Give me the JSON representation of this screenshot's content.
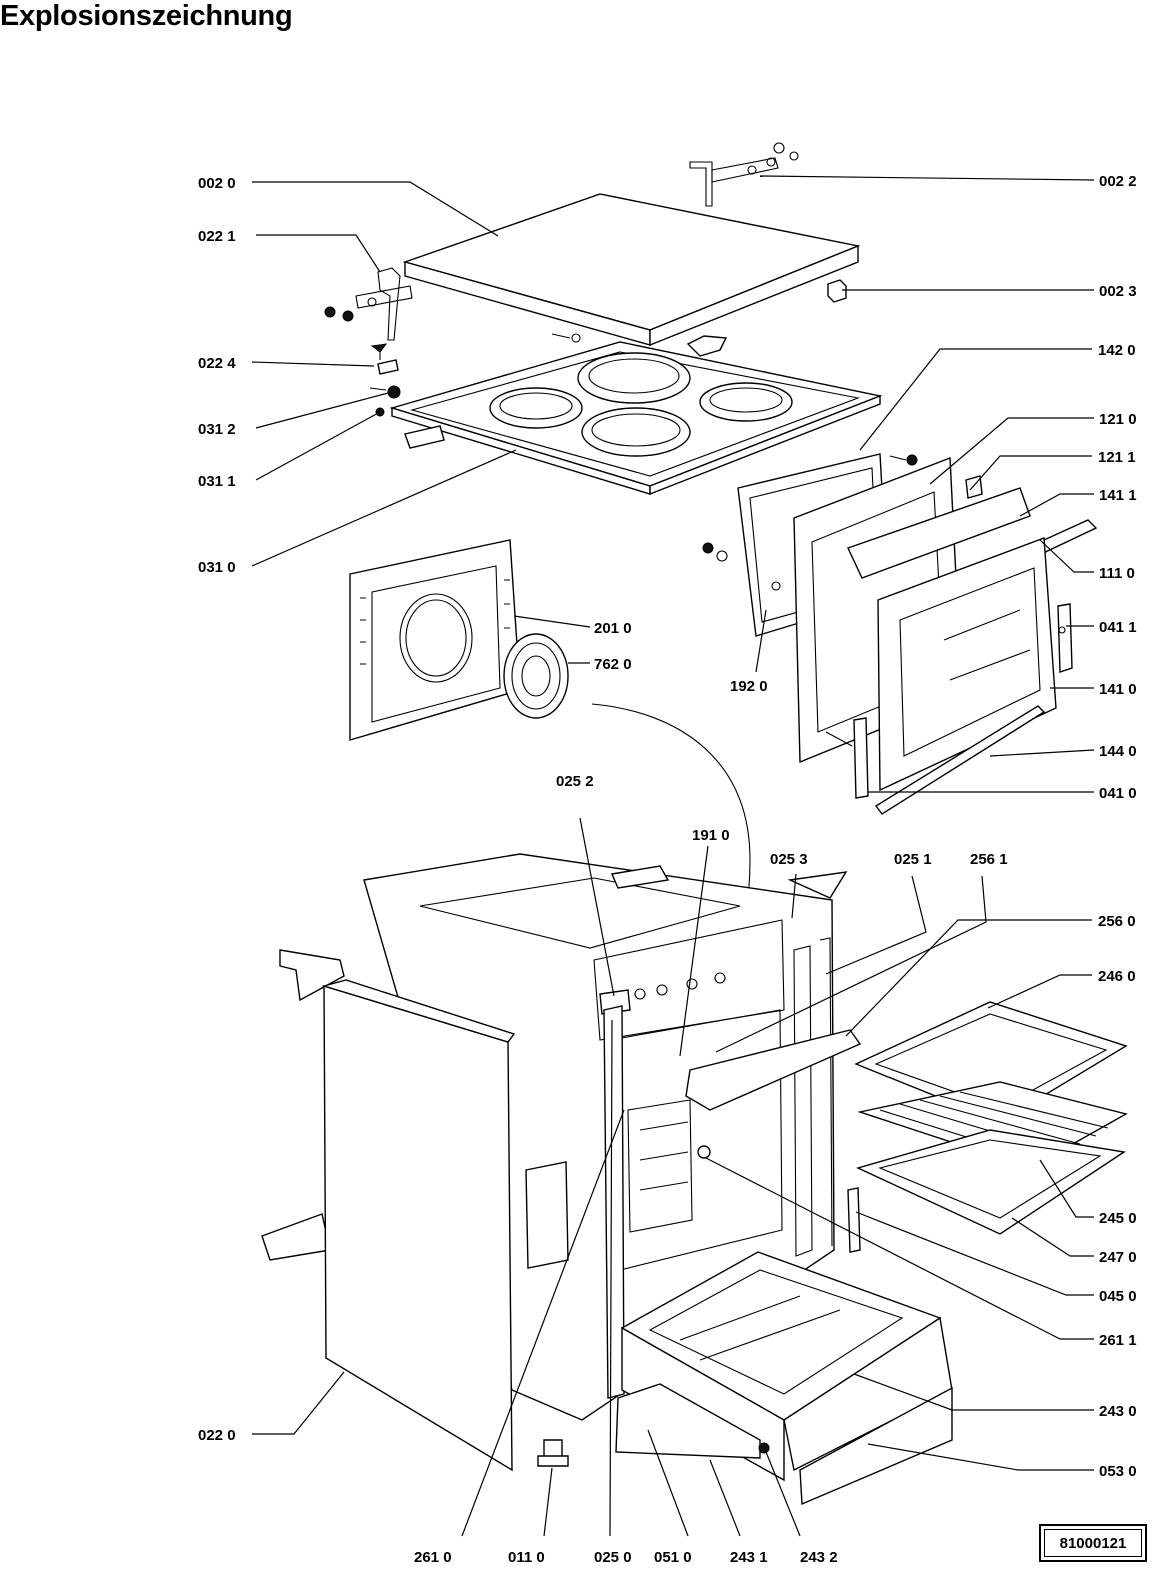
{
  "title": "Explosionszeichnung",
  "document_number": "81000121",
  "part_labels": [
    "002 0",
    "002 2",
    "022 1",
    "002 3",
    "142 0",
    "022 4",
    "121 0",
    "031 2",
    "121 1",
    "031 1",
    "141 1",
    "111 0",
    "031 0",
    "041 1",
    "201 0",
    "762 0",
    "192 0",
    "141 0",
    "144 0",
    "025 2",
    "041 0",
    "191 0",
    "025 3",
    "025 1",
    "256 1",
    "256 0",
    "246 0",
    "245 0",
    "247 0",
    "045 0",
    "261 1",
    "243 0",
    "022 0",
    "053 0",
    "261 0",
    "011 0",
    "025 0",
    "051 0",
    "243 1",
    "243 2"
  ]
}
